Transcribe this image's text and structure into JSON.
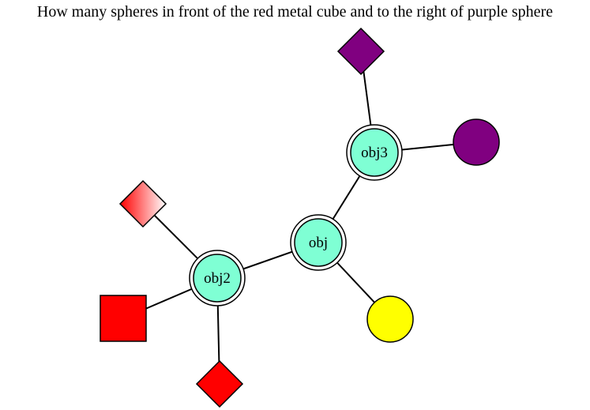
{
  "question": "How many spheres in front of the red metal cube and to the right of purple sphere",
  "nodes": {
    "obj": {
      "label": "obj",
      "fill": "#7fffd4"
    },
    "obj2": {
      "label": "obj2",
      "fill": "#7fffd4"
    },
    "obj3": {
      "label": "obj3",
      "fill": "#7fffd4"
    }
  },
  "shapes": {
    "purple_diamond": {
      "kind": "diamond",
      "color": "#800080"
    },
    "purple_sphere": {
      "kind": "circle",
      "color": "#800080"
    },
    "yellow_sphere": {
      "kind": "circle",
      "color": "#ffff00"
    },
    "gradient_red_diamond": {
      "kind": "diamond",
      "color": "#ff0000",
      "style": "gradient"
    },
    "red_square": {
      "kind": "square",
      "color": "#ff0000"
    },
    "red_diamond": {
      "kind": "diamond",
      "color": "#ff0000"
    }
  },
  "edges": [
    [
      "obj",
      "obj2"
    ],
    [
      "obj",
      "obj3"
    ],
    [
      "obj",
      "yellow_sphere"
    ],
    [
      "obj3",
      "purple_diamond"
    ],
    [
      "obj3",
      "purple_sphere"
    ],
    [
      "obj2",
      "gradient_red_diamond"
    ],
    [
      "obj2",
      "red_square"
    ],
    [
      "obj2",
      "red_diamond"
    ]
  ]
}
